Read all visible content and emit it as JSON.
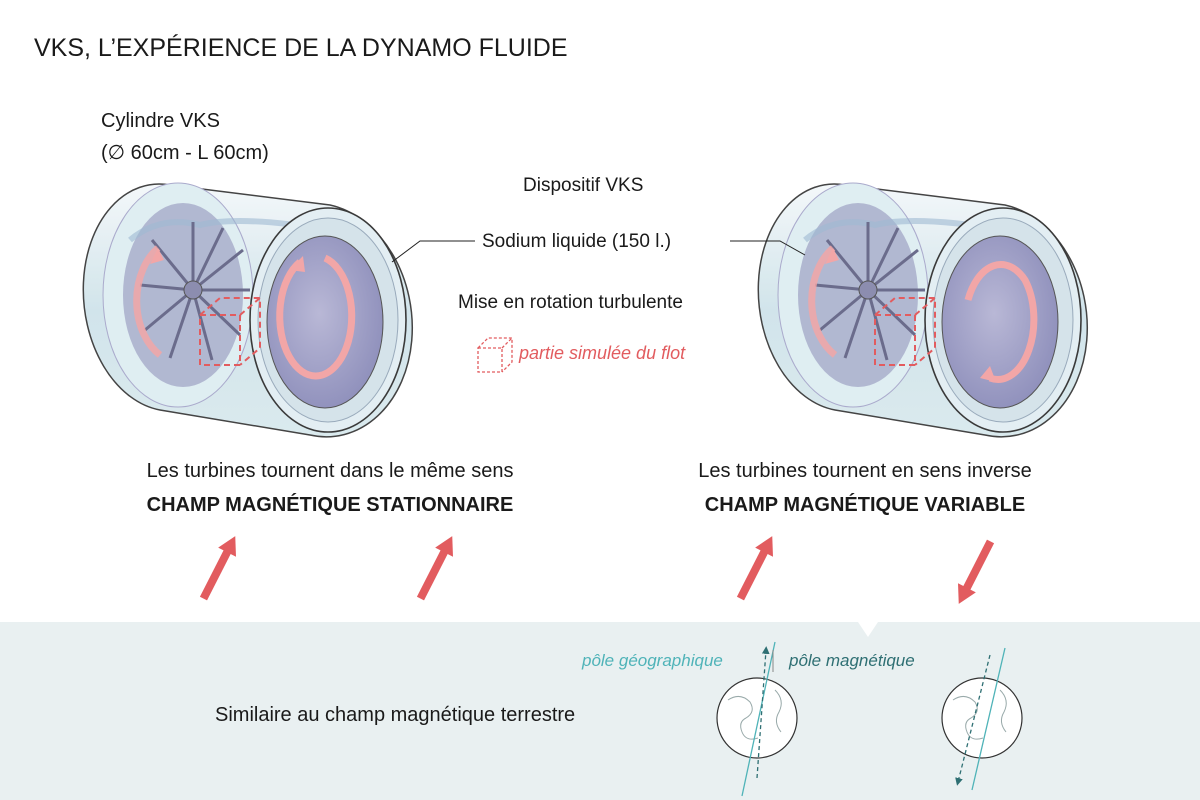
{
  "title": "VKS, L’EXPÉRIENCE DE LA DYNAMO FLUIDE",
  "cylinder": {
    "label": "Cylindre VKS",
    "dimensions": "(∅ 60cm - L 60cm)"
  },
  "device": {
    "label": "Dispositif VKS",
    "sodium": "Sodium liquide (150 l.)",
    "rotation": "Mise en rotation turbulente",
    "simulated_part": "partie simulée du flot"
  },
  "left_case": {
    "description": "Les turbines tournent dans le même sens",
    "result": "CHAMP MAGNÉTIQUE STATIONNAIRE"
  },
  "right_case": {
    "description": "Les turbines tournent en sens inverse",
    "result": "CHAMP MAGNÉTIQUE VARIABLE"
  },
  "earth": {
    "similar": "Similaire au champ magnétique terrestre",
    "geographic_pole": "pôle géographique",
    "magnetic_pole": "pôle magnétique"
  },
  "colors": {
    "accent_red": "#e25c5f",
    "teal_light": "#4fb3b8",
    "teal_dark": "#2e6f73",
    "earth_panel": "#e9f0f1"
  }
}
